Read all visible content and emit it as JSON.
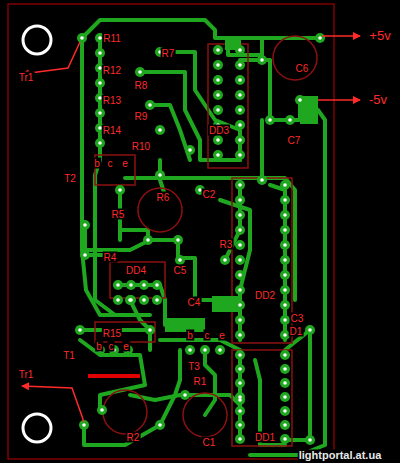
{
  "diagram": {
    "labels": [
      "R11",
      "R7",
      "+5v",
      "C6",
      "Tr1",
      "R12",
      "R8",
      "-5v",
      "R13",
      "R9",
      "R14",
      "DD3",
      "R10",
      "C7",
      "b",
      "c",
      "e",
      "T2",
      "R6",
      "C2",
      "R5",
      "R3",
      "R4",
      "DD4",
      "C5",
      "DD2",
      "C4",
      "C3",
      "D1",
      "R15",
      "b",
      "c",
      "e",
      "b",
      "c",
      "e",
      "T1",
      "T3",
      "R1",
      "Tr1",
      "R2",
      "C1",
      "DD1",
      "lightportal.at.ua"
    ]
  }
}
